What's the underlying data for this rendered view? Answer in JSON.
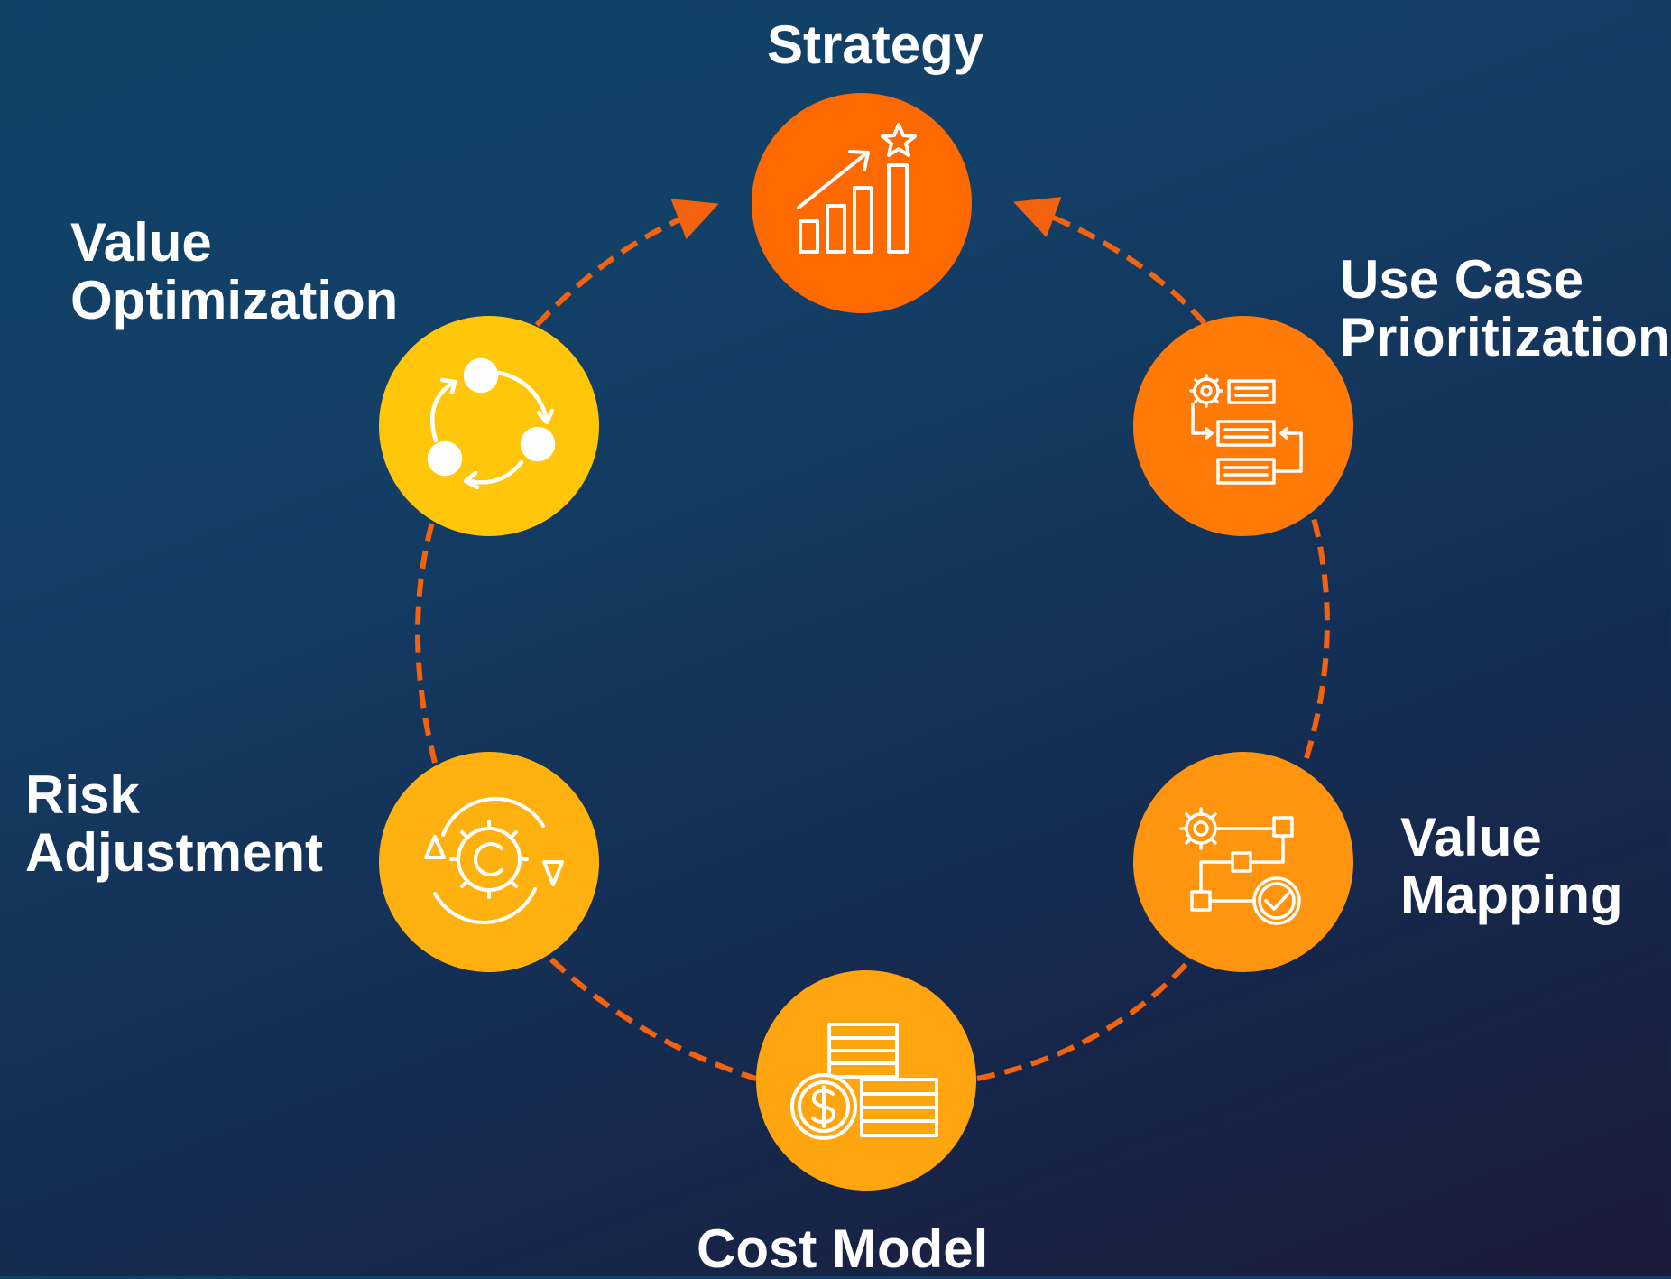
{
  "diagram": {
    "stages": [
      {
        "id": "strategy",
        "lines": [
          "Strategy"
        ],
        "color": "#ff6a00",
        "icon": "growth-chart-star-icon"
      },
      {
        "id": "use-case-prioritization",
        "lines": [
          "Use Case",
          "Prioritization"
        ],
        "color": "#ff7a06",
        "icon": "gear-flowchart-list-icon"
      },
      {
        "id": "value-mapping",
        "lines": [
          "Value",
          "Mapping"
        ],
        "color": "#ff940f",
        "icon": "gear-process-check-icon"
      },
      {
        "id": "cost-model",
        "lines": [
          "Cost Model"
        ],
        "color": "#ffa50f",
        "icon": "coin-stack-dollar-icon"
      },
      {
        "id": "risk-adjustment",
        "lines": [
          "Risk",
          "Adjustment"
        ],
        "color": "#ffb20f",
        "icon": "gear-cycle-arrows-icon"
      },
      {
        "id": "value-optimization",
        "lines": [
          "Value",
          "Optimization"
        ],
        "color": "#ffc60a",
        "icon": "cycle-dots-icon"
      }
    ],
    "connector_color": "#f2620f",
    "icon_color": "#ffffff"
  }
}
